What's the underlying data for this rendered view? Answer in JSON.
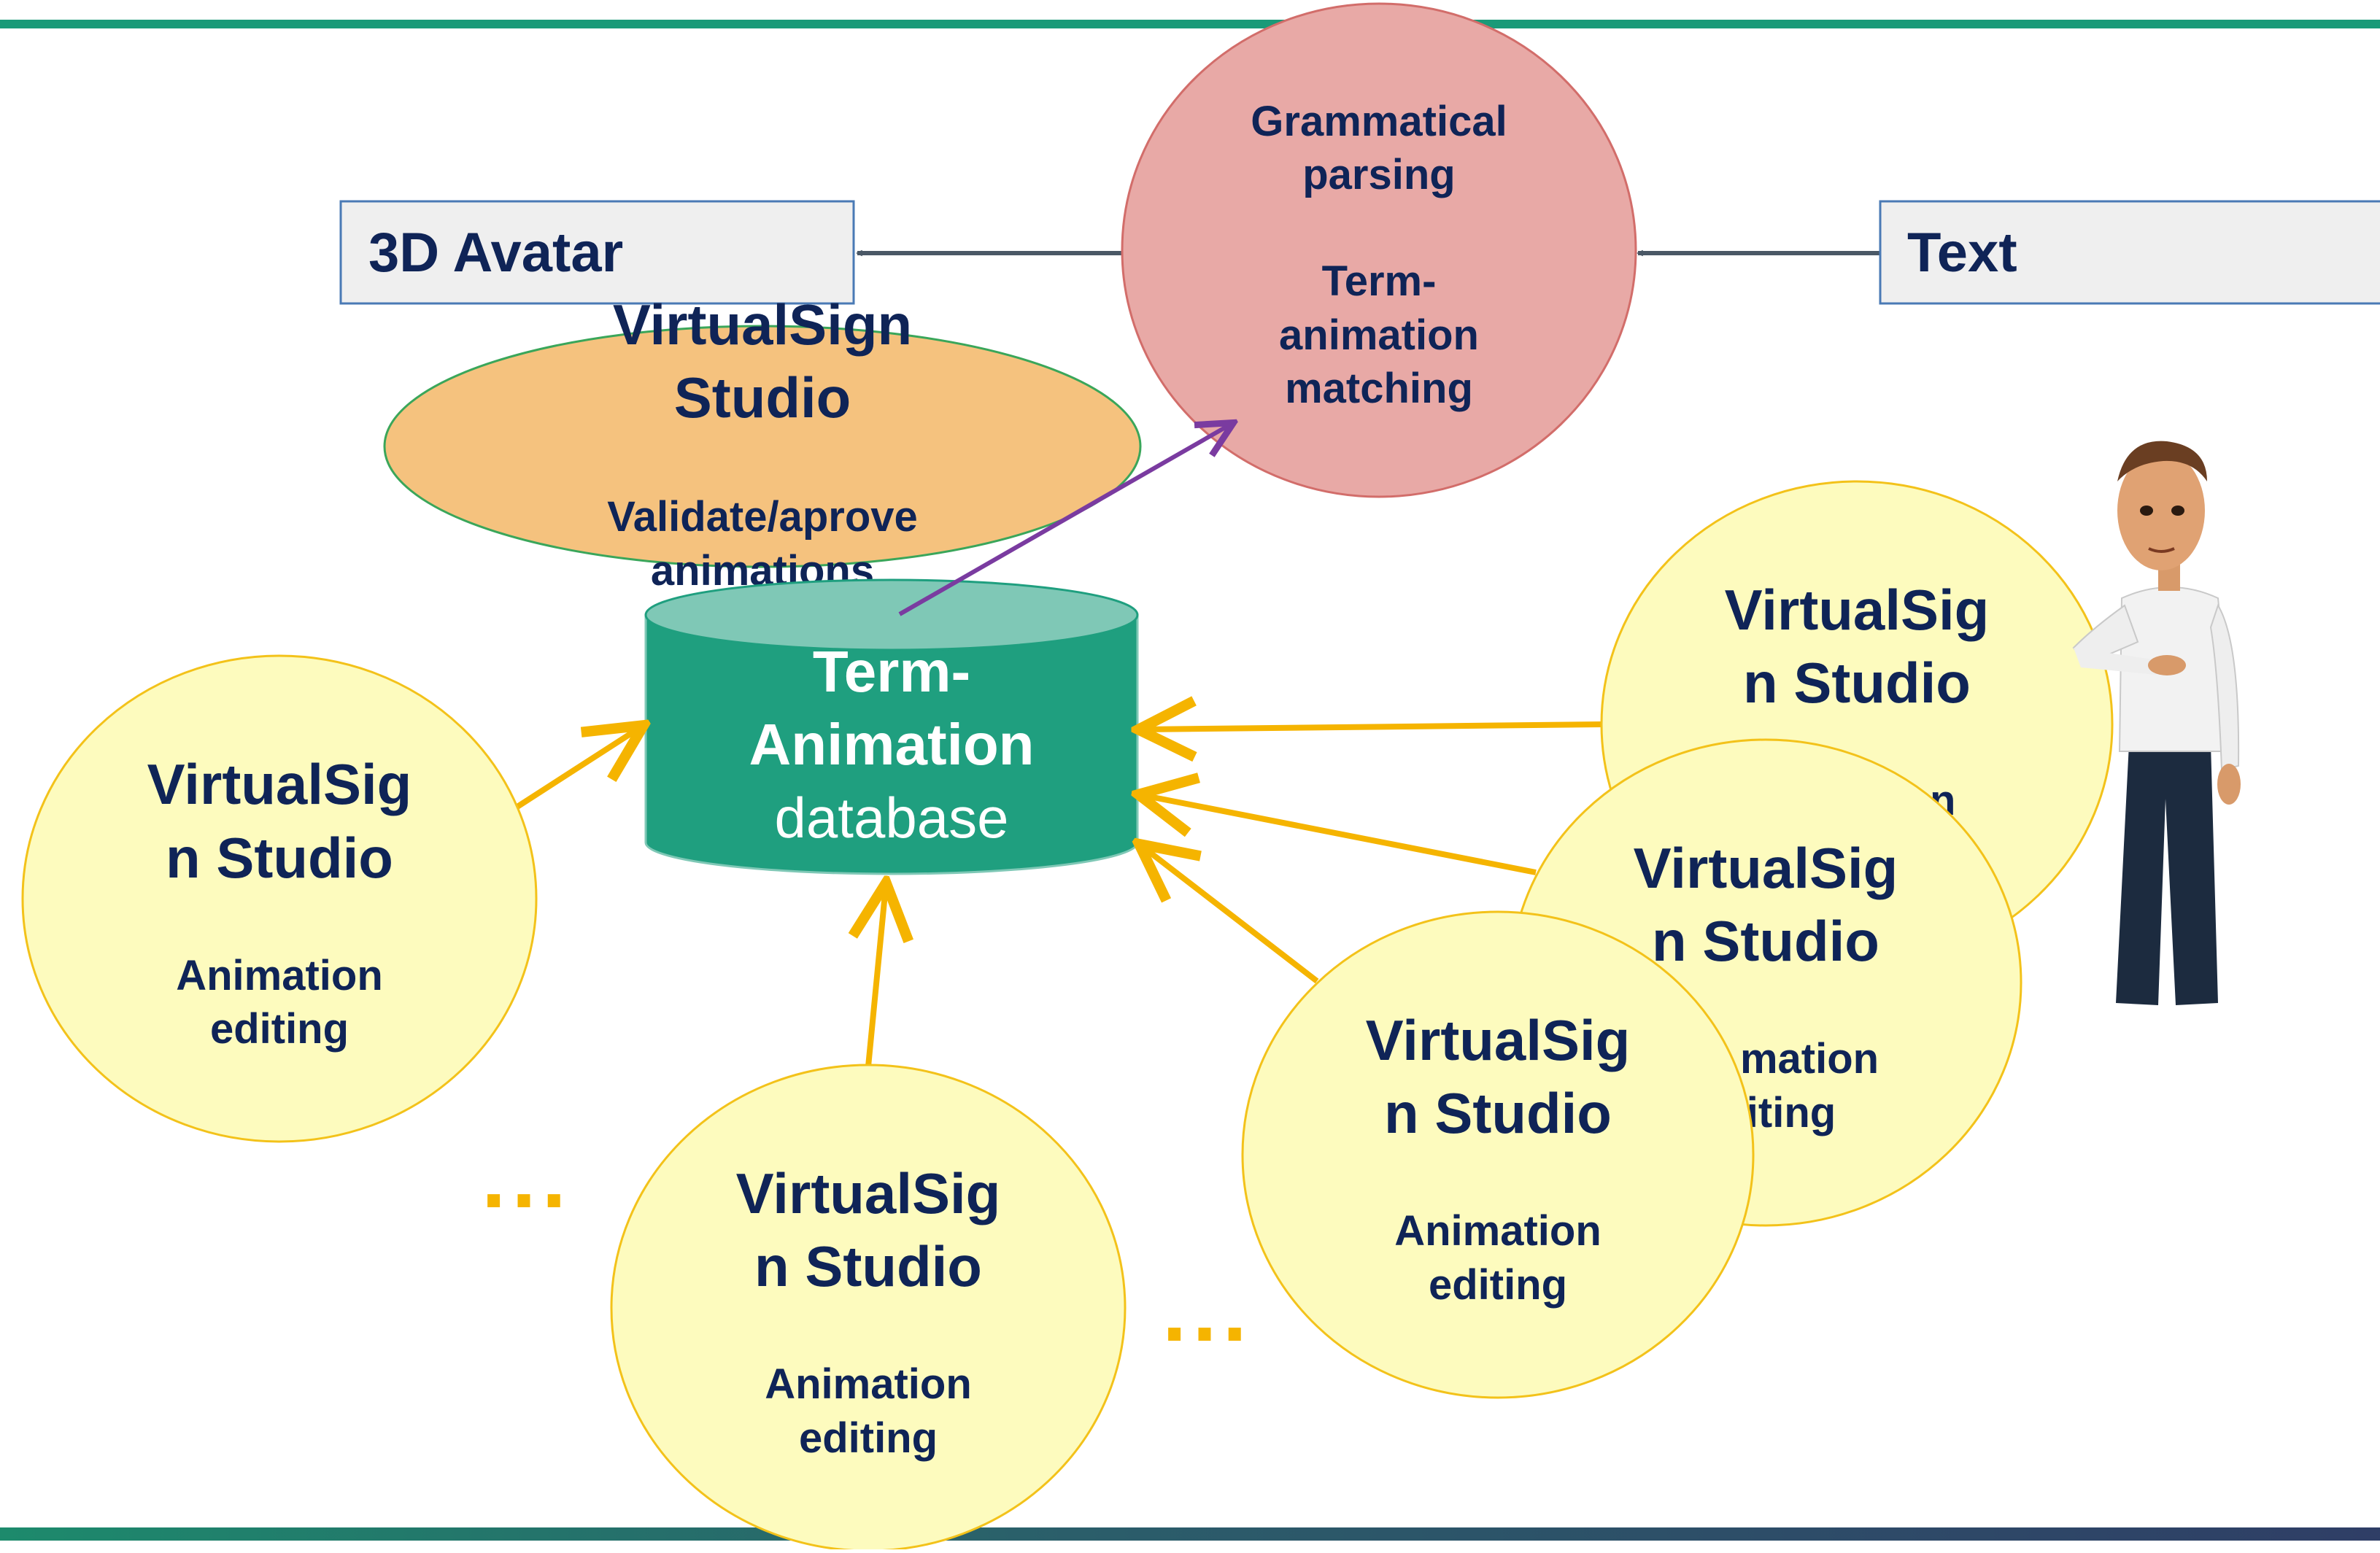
{
  "nodes": {
    "avatar_box": {
      "label": "3D Avatar"
    },
    "text_box": {
      "label": "Text"
    },
    "parsing_circle": {
      "line1": "Grammatical",
      "line2": "parsing",
      "line3": "Term-",
      "line4": "animation",
      "line5": "matching"
    },
    "studio_validate": {
      "title1": "VirtualSign",
      "title2": "Studio",
      "sub1": "Validate/aprove",
      "sub2": "animations"
    },
    "database": {
      "line1": "Term-",
      "line2": "Animation",
      "line3": "database"
    },
    "studio_left": {
      "title1": "VirtualSig",
      "title2": "n Studio",
      "sub1": "Animation",
      "sub2": "editing"
    },
    "studio_bottom": {
      "title1": "VirtualSig",
      "title2": "n Studio",
      "sub1": "Animation",
      "sub2": "editing"
    },
    "studio_right_back": {
      "title1": "VirtualSig",
      "title2": "n Studio",
      "sub1": "on"
    },
    "studio_right_mid": {
      "title1": "VirtualSig",
      "title2": "n Studio",
      "sub1": "mation",
      "sub2": "iting"
    },
    "studio_right_front": {
      "title1": "VirtualSig",
      "title2": "n Studio",
      "sub1": "Animation",
      "sub2": "editing"
    }
  },
  "colors": {
    "top_rule": "#1a9a78",
    "bottom_rule_left": "#1d8a6c",
    "bottom_rule_right": "#2f3e66",
    "dark_text": "#0f2457",
    "box_fill": "#efefef",
    "box_border": "#4a7ab5",
    "parsing_fill": "#e8a9a6",
    "parsing_border": "#d26d6a",
    "validate_fill": "#f5c27e",
    "validate_border": "#3aa65a",
    "db_fill": "#1f9f7f",
    "db_top": "#7fc8b6",
    "studio_fill": "#fdfbbe",
    "studio_border": "#f3c21a",
    "arrow_yellow": "#f5b400",
    "arrow_gray": "#4a5866",
    "arrow_purple": "#7a3ba0"
  },
  "ellipsis_marks": [
    "...",
    "..."
  ],
  "figure": {
    "name": "3d-avatar-character"
  }
}
